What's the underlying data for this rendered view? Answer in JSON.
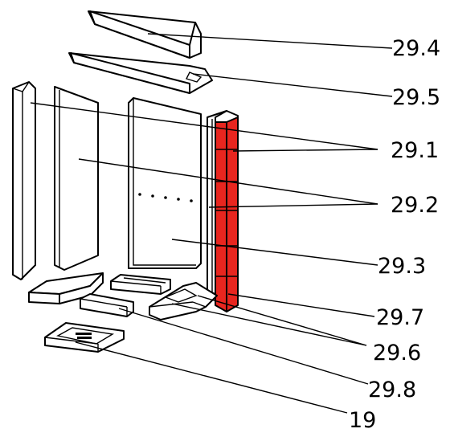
{
  "colors": {
    "highlight": "#e8261f",
    "line": "#000000",
    "background": "#ffffff"
  },
  "labels": {
    "p29_4": "29.4",
    "p29_5": "29.5",
    "p29_1": "29.1",
    "p29_2": "29.2",
    "p29_3": "29.3",
    "p29_7": "29.7",
    "p29_6": "29.6",
    "p29_8": "29.8",
    "p19": "19"
  },
  "highlighted_part": "29.1"
}
